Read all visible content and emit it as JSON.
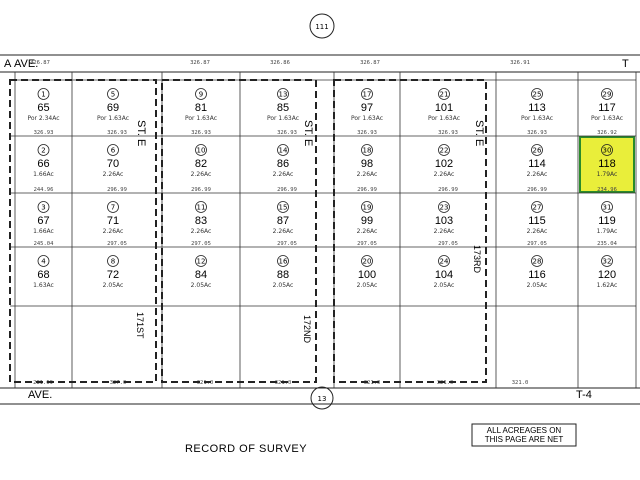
{
  "header": {
    "top_circle": "111",
    "bottom_circle": "13"
  },
  "streets": {
    "top_ave": "AVE.",
    "top_t_left": "A",
    "top_t_right": "T",
    "bottom_ave": "AVE.",
    "bottom_t4": "T-4",
    "st_e_1": "ST. E",
    "st_e_2": "ST. E",
    "st_e_3": "ST. E",
    "st_171": "171ST",
    "st_172": "172ND",
    "st_173": "173RD"
  },
  "footer": {
    "title": "RECORD OF SURVEY",
    "note_line1": "ALL ACREAGES ON",
    "note_line2": "THIS PAGE ARE NET"
  },
  "highlight": {
    "parcel": "118",
    "color": "#e9ee3a",
    "border": "#2a8a2a"
  },
  "top_dims": [
    "326.87",
    "326.87",
    "326.86",
    "326.87",
    "326.91"
  ],
  "rows": [
    {
      "parcels": [
        {
          "num": "65",
          "circ": "1",
          "acre": "Por 2.34Ac"
        },
        {
          "num": "69",
          "circ": "5",
          "acre": "Por 1.63Ac"
        },
        {
          "num": "81",
          "circ": "9",
          "acre": "Por 1.63Ac"
        },
        {
          "num": "85",
          "circ": "13",
          "acre": "Por 1.63Ac"
        },
        {
          "num": "97",
          "circ": "17",
          "acre": "Por 1.63Ac"
        },
        {
          "num": "101",
          "circ": "21",
          "acre": "Por 1.63Ac"
        },
        {
          "num": "113",
          "circ": "25",
          "acre": "Por 1.63Ac"
        },
        {
          "num": "117",
          "circ": "29",
          "acre": "Por 1.63Ac"
        }
      ]
    },
    {
      "parcels": [
        {
          "num": "66",
          "circ": "2",
          "acre": "1.66Ac"
        },
        {
          "num": "70",
          "circ": "6",
          "acre": "2.26Ac"
        },
        {
          "num": "82",
          "circ": "10",
          "acre": "2.26Ac"
        },
        {
          "num": "86",
          "circ": "14",
          "acre": "2.26Ac"
        },
        {
          "num": "98",
          "circ": "18",
          "acre": "2.26Ac"
        },
        {
          "num": "102",
          "circ": "22",
          "acre": "2.26Ac"
        },
        {
          "num": "114",
          "circ": "26",
          "acre": "2.26Ac"
        },
        {
          "num": "118",
          "circ": "30",
          "acre": "1.79Ac"
        }
      ]
    },
    {
      "parcels": [
        {
          "num": "67",
          "circ": "3",
          "acre": "1.66Ac"
        },
        {
          "num": "71",
          "circ": "7",
          "acre": "2.26Ac"
        },
        {
          "num": "83",
          "circ": "11",
          "acre": "2.26Ac"
        },
        {
          "num": "87",
          "circ": "15",
          "acre": "2.26Ac"
        },
        {
          "num": "99",
          "circ": "19",
          "acre": "2.26Ac"
        },
        {
          "num": "103",
          "circ": "23",
          "acre": "2.26Ac"
        },
        {
          "num": "115",
          "circ": "27",
          "acre": "2.26Ac"
        },
        {
          "num": "119",
          "circ": "31",
          "acre": "1.79Ac"
        }
      ]
    },
    {
      "parcels": [
        {
          "num": "68",
          "circ": "4",
          "acre": "1.63Ac"
        },
        {
          "num": "72",
          "circ": "8",
          "acre": "2.05Ac"
        },
        {
          "num": "84",
          "circ": "12",
          "acre": "2.05Ac"
        },
        {
          "num": "88",
          "circ": "16",
          "acre": "2.05Ac"
        },
        {
          "num": "100",
          "circ": "20",
          "acre": "2.05Ac"
        },
        {
          "num": "104",
          "circ": "24",
          "acre": "2.05Ac"
        },
        {
          "num": "116",
          "circ": "28",
          "acre": "2.05Ac"
        },
        {
          "num": "120",
          "circ": "32",
          "acre": "1.62Ac"
        }
      ]
    }
  ],
  "row_dims": [
    [
      "326.93",
      "326.93",
      "326.93",
      "326.93",
      "326.93",
      "326.93",
      "326.93",
      "326.92"
    ],
    [
      "244.96",
      "296.99",
      "296.99",
      "296.99",
      "296.99",
      "296.99",
      "296.99",
      "234.96"
    ],
    [
      "245.04",
      "297.05",
      "297.05",
      "297.05",
      "297.05",
      "297.05",
      "297.05",
      "235.04"
    ]
  ],
  "bottom_dims": [
    "281.69",
    "327.0",
    "321.0",
    "321.0",
    "321.0",
    "321.0",
    "321.0"
  ]
}
